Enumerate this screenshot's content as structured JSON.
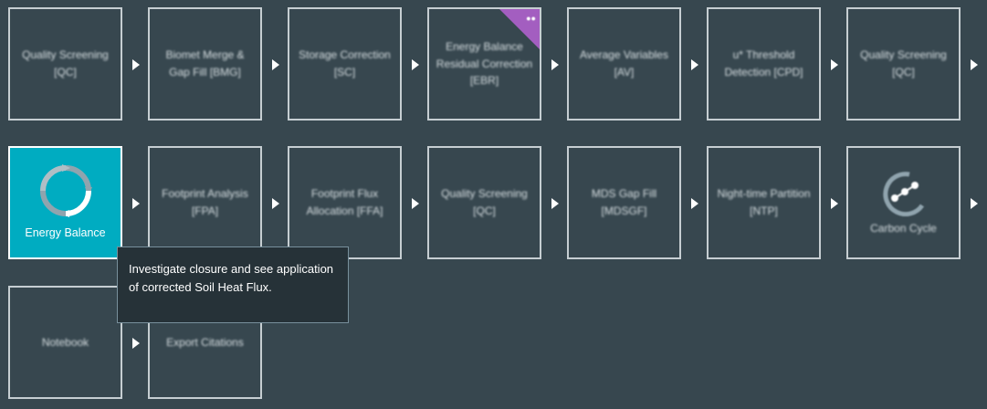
{
  "workflow": {
    "row1": [
      {
        "label": "Quality Screening [QC]"
      },
      {
        "label": "Biomet Merge & Gap Fill [BMG]"
      },
      {
        "label": "Storage Correction [SC]"
      },
      {
        "label": "Energy Balance Residual Correction [EBR]"
      },
      {
        "label": "Average Variables [AV]"
      },
      {
        "label": "u* Threshold Detection [CPD]"
      },
      {
        "label": "Quality Screening [QC]"
      }
    ],
    "row2": [
      {
        "label": "Energy Balance"
      },
      {
        "label": "Footprint Analysis [FPA]"
      },
      {
        "label": "Footprint Flux Allocation [FFA]"
      },
      {
        "label": "Quality Screening [QC]"
      },
      {
        "label": "MDS Gap Fill [MDSGF]"
      },
      {
        "label": "Night-time Partition [NTP]"
      },
      {
        "label": "Carbon Cycle"
      }
    ],
    "row3": [
      {
        "label": "Notebook"
      },
      {
        "label": "Export Citations"
      }
    ]
  },
  "tooltip": {
    "text": "Investigate closure and see application of corrected Soil Heat Flux."
  },
  "colors": {
    "background": "#37474f",
    "active_tile": "#00acc1",
    "badge": "#a35ec0"
  },
  "icons": {
    "active_tile": "cycle-arrows-icon",
    "carbon_tile": "carbon-cycle-icon",
    "badge": "user-group-icon",
    "connector": "chevron-right-icon"
  }
}
